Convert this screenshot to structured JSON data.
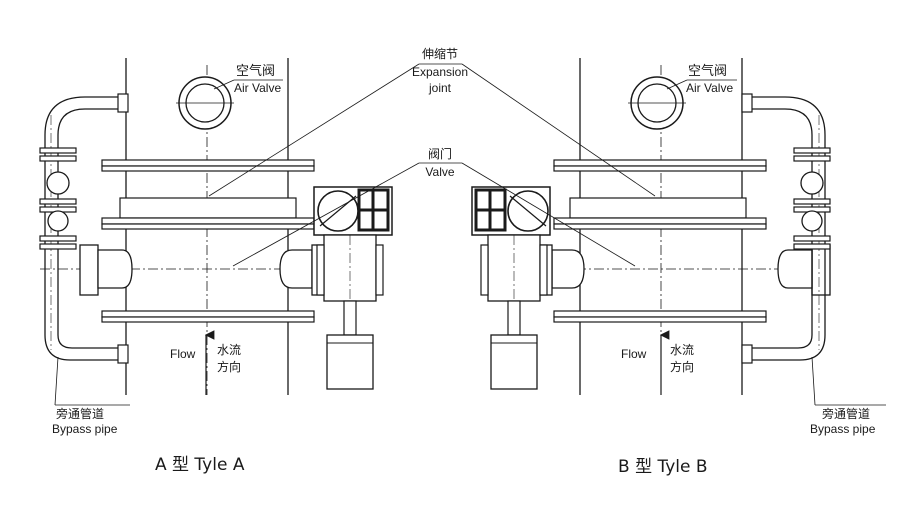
{
  "labels": {
    "air_valve_cn": "空气阀",
    "air_valve_en": "Air Valve",
    "expansion_cn": "伸缩节",
    "expansion_en_1": "Expansion",
    "expansion_en_2": "joint",
    "valve_cn": "阀门",
    "valve_en": "Valve",
    "flow_en": "Flow",
    "flow_cn_1": "水流",
    "flow_cn_2": "方向",
    "bypass_cn": "旁通管道",
    "bypass_en": "Bypass pipe"
  },
  "titles": {
    "type_a": "A 型  Tyle A",
    "type_b": "B 型  Tyle B"
  },
  "colors": {
    "line": "#1a1a1a",
    "background": "#ffffff"
  }
}
